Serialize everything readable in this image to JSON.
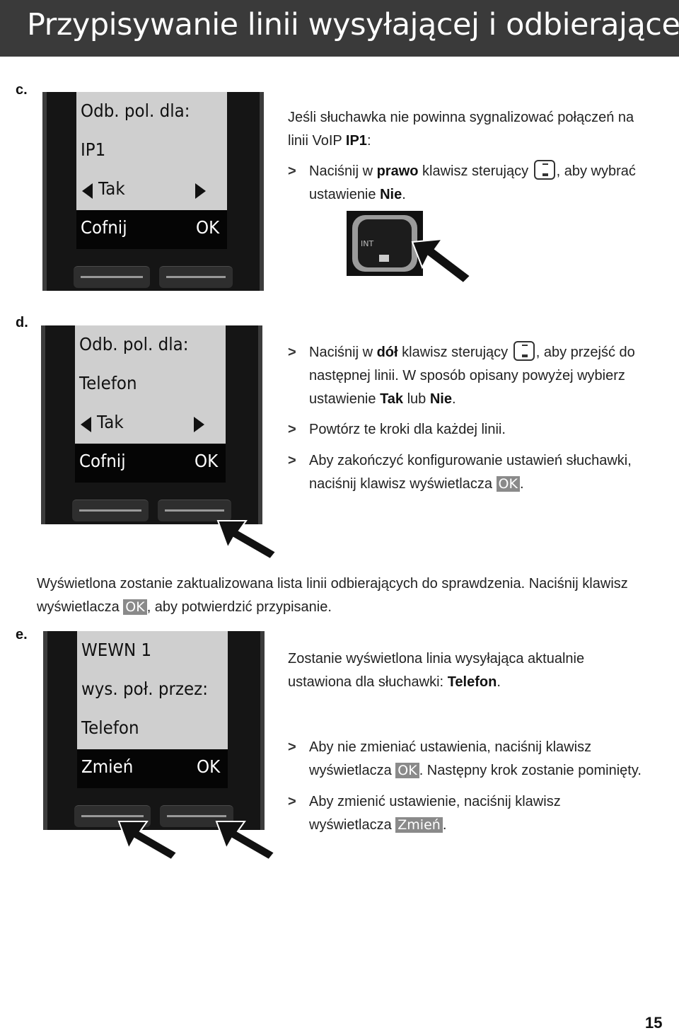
{
  "header": {
    "title": "Przypisywanie linii wysyłającej i odbierającej"
  },
  "step_c": {
    "label": "c.",
    "screen": {
      "line1": "Odb. pol. dla:",
      "line2": "IP1",
      "line3": "Tak",
      "soft_left": "Cofnij",
      "soft_right": "OK"
    },
    "intro_a": "Jeśli słuchawka nie powinna sygnalizować połączeń na",
    "intro_b1": "linii VoIP ",
    "intro_b2": "IP1",
    "intro_b3": ":",
    "bullet1": {
      "t1": "Naciśnij w ",
      "t2": "prawo",
      "t3": " klawisz sterujący ",
      "t4": ", aby wybrać",
      "t5": "ustawienie ",
      "t6": "Nie",
      "t7": "."
    },
    "key_photo_label": "INT"
  },
  "step_d": {
    "label": "d.",
    "screen": {
      "line1": "Odb. pol. dla:",
      "line2": "Telefon",
      "line3": "Tak",
      "soft_left": "Cofnij",
      "soft_right": "OK"
    },
    "bullet1": {
      "t1": "Naciśnij w ",
      "t2": "dół",
      "t3": " klawisz sterujący ",
      "t4": ", aby przejść do",
      "t5": "następnej linii. W sposób opisany powyżej wybierz",
      "t6": "ustawienie ",
      "t7": "Tak",
      "t8": " lub ",
      "t9": "Nie",
      "t10": "."
    },
    "bullet2": {
      "text": "Powtórz te kroki dla każdej linii."
    },
    "bullet3": {
      "t1": "Aby zakończyć konfigurowanie ustawień słuchawki,",
      "t2": "naciśnij klawisz wyświetlacza ",
      "hl": "OK",
      "t3": "."
    }
  },
  "middle": {
    "t1": "Wyświetlona zostanie zaktualizowana lista linii odbierających do sprawdzenia. Naciśnij klawisz",
    "t2": "wyświetlacza ",
    "hl": "OK",
    "t3": ", aby potwierdzić przypisanie."
  },
  "step_e": {
    "label": "e.",
    "screen": {
      "line1": "WEWN 1",
      "line2": "wys. poł. przez:",
      "line3": "Telefon",
      "soft_left": "Zmień",
      "soft_right": "OK"
    },
    "intro_a": "Zostanie wyświetlona linia wysyłająca aktualnie",
    "intro_b1": "ustawiona dla słuchawki: ",
    "intro_b2": "Telefon",
    "intro_b3": ".",
    "bullet1": {
      "t1": "Aby nie zmieniać ustawienia, naciśnij klawisz",
      "t2": "wyświetlacza ",
      "hl": "OK",
      "t3": ". Następny krok zostanie pominięty."
    },
    "bullet2": {
      "t1": "Aby zmienić ustawienie, naciśnij klawisz",
      "t2": "wyświetlacza ",
      "hl": "Zmień",
      "t3": "."
    }
  },
  "page_number": "15"
}
